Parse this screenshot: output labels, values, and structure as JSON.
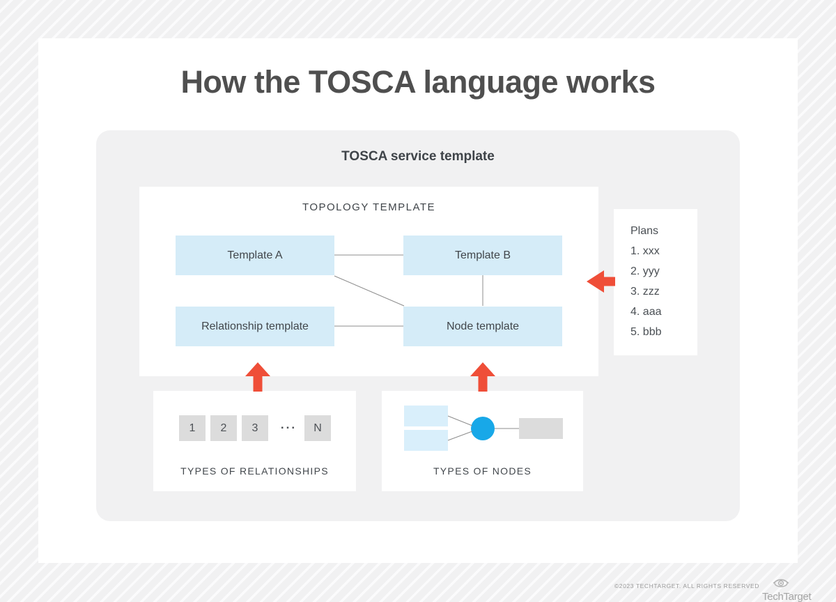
{
  "title": "How the TOSCA language works",
  "service_template": {
    "title": "TOSCA service template"
  },
  "topology": {
    "title": "TOPOLOGY TEMPLATE",
    "boxes": {
      "template_a": "Template A",
      "template_b": "Template B",
      "relationship": "Relationship template",
      "node": "Node template"
    }
  },
  "plans": {
    "title": "Plans",
    "items": [
      "1. xxx",
      "2. yyy",
      "3. zzz",
      "4. aaa",
      "5. bbb"
    ]
  },
  "relationship_types": {
    "label": "TYPES OF RELATIONSHIPS",
    "squares": [
      "1",
      "2",
      "3",
      "N"
    ],
    "ellipsis": "..."
  },
  "node_types": {
    "label": "TYPES OF NODES"
  },
  "footer": {
    "copyright": "©2023 TECHTARGET. ALL RIGHTS RESERVED",
    "brand": "TechTarget"
  },
  "colors": {
    "accent_red": "#ef4e38",
    "accent_blue": "#18a8e8",
    "light_blue": "#d5ecf8",
    "lighter_blue": "#d9effb",
    "panel_gray": "#f1f1f2",
    "box_gray": "#dcdcdc",
    "line_gray": "#8c8c8c"
  }
}
